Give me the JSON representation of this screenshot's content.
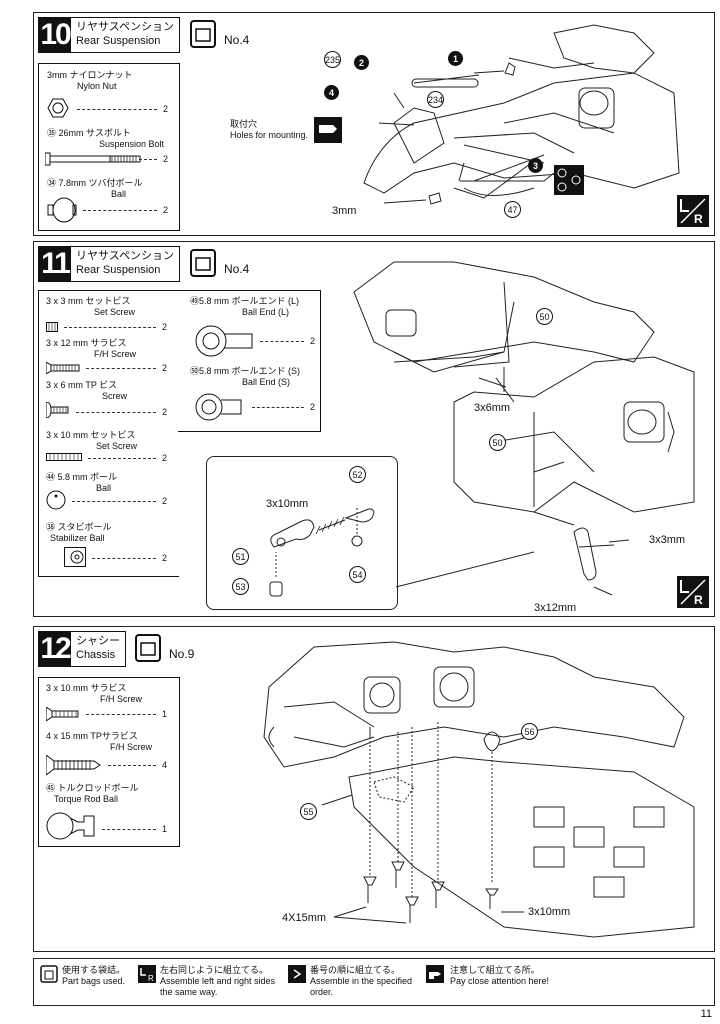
{
  "step10": {
    "num": "10",
    "title_jp": "リヤサスペンション",
    "title_en": "Rear Suspension",
    "bag": "No.4",
    "parts": [
      {
        "jp": "3mm ナイロンナット",
        "en": "Nylon Nut",
        "qty": "2"
      },
      {
        "jp": "㉟ 26mm サスボルト",
        "en": "Suspension Bolt",
        "qty": "2"
      },
      {
        "jp": "㉞ 7.8mm ツバ付ボール",
        "en": "Ball",
        "qty": "2"
      }
    ],
    "callouts": [
      "235",
      "234",
      "47"
    ],
    "order": [
      "1",
      "2",
      "3",
      "4"
    ],
    "mount_jp": "取付穴",
    "mount_en": "Holes for mounting.",
    "nut_label": "3mm",
    "lr": "L/R"
  },
  "step11": {
    "num": "11",
    "title_jp": "リヤサスペンション",
    "title_en": "Rear Suspension",
    "bag": "No.4",
    "parts_left": [
      {
        "jp": "3 x 3 mm セットビス",
        "en": "Set Screw",
        "qty": "2"
      },
      {
        "jp": "3 x 12 mm サラビス",
        "en": "F/H Screw",
        "qty": "2"
      },
      {
        "jp": "3 x 6 mm TP ビス",
        "en": "Screw",
        "qty": "2"
      },
      {
        "jp": "3 x 10 mm セットビス",
        "en": "Set Screw",
        "qty": "2"
      },
      {
        "jp": "㊹ 5.8 mm ボール",
        "en": "Ball",
        "qty": "2"
      },
      {
        "jp": "㊳ スタビボール",
        "en": "Stabilizer Ball",
        "qty": "2"
      }
    ],
    "parts_right": [
      {
        "jp": "㊾5.8 mm ボールエンド (L)",
        "en": "Ball End (L)",
        "qty": "2"
      },
      {
        "jp": "㊿5.8 mm ボールエンド (S)",
        "en": "Ball End (S)",
        "qty": "2"
      }
    ],
    "inset": {
      "screw": "3x10mm",
      "callouts": [
        "52",
        "51",
        "53",
        "54"
      ]
    },
    "callout50": "50",
    "label_3x6": "3x6mm",
    "label_3x3": "3x3mm",
    "label_3x12": "3x12mm",
    "lr": "L/R"
  },
  "step12": {
    "num": "12",
    "title_jp": "シャシー",
    "title_en": "Chassis",
    "bag": "No.9",
    "parts": [
      {
        "jp": "3 x 10 mm サラビス",
        "en": "F/H Screw",
        "qty": "1"
      },
      {
        "jp": "4 x 15 mm TPサラビス",
        "en": "F/H Screw",
        "qty": "4"
      },
      {
        "jp": "㊺ トルクロッドボール",
        "en": "Torque Rod Ball",
        "qty": "1"
      }
    ],
    "callout56": "56",
    "callout55": "55",
    "label_4x15": "4X15mm",
    "label_3x10": "3x10mm"
  },
  "legend": [
    {
      "jp": "使用する袋詰。",
      "en": "Part bags used."
    },
    {
      "jp": "左右同じように組立てる。",
      "en": "Assemble left and right sides the same way."
    },
    {
      "jp": "番号の順に組立てる。",
      "en": "Assemble in the specified order."
    },
    {
      "jp": "注意して組立てる所。",
      "en": "Pay close attention here!"
    }
  ],
  "page_number": "11"
}
